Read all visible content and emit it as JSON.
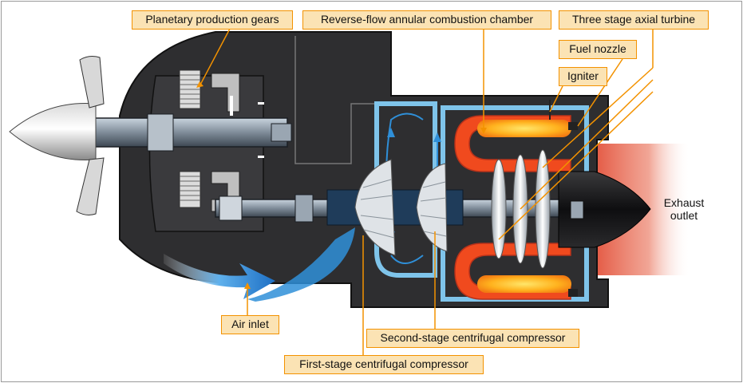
{
  "labels": {
    "planetary_gears": "Planetary production gears",
    "combustion_chamber": "Reverse-flow annular combustion chamber",
    "axial_turbine": "Three stage axial turbine",
    "fuel_nozzle": "Fuel nozzle",
    "igniter": "Igniter",
    "exhaust_line1": "Exhaust",
    "exhaust_line2": "outlet",
    "air_inlet": "Air inlet",
    "second_stage_compressor": "Second-stage centrifugal compressor",
    "first_stage_compressor": "First-stage centrifugal compressor"
  },
  "colors": {
    "callout_fill": "#fbe3b4",
    "callout_border": "#f39200",
    "leader_line": "#f39200",
    "casing": "#2e2e30",
    "air_duct": "#7fc4ea",
    "combustion": "#f04a1e",
    "flame_core": "#ffd23a",
    "exhaust_plume": "#e0422a",
    "inlet_air": "#2f8fd8"
  }
}
